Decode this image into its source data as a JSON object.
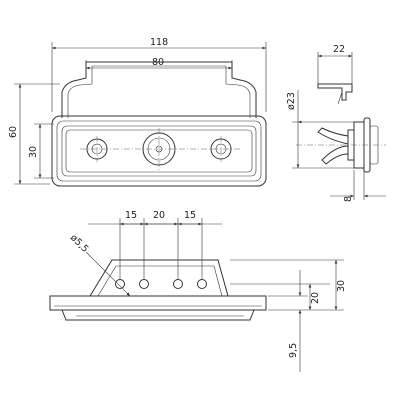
{
  "dimensions": {
    "top_view": {
      "overall_width": "118",
      "inner_width": "80",
      "overall_height": "60",
      "inner_height": "30"
    },
    "side_view": {
      "depth": "22",
      "lens_diameter": "ø23",
      "flange": "8"
    },
    "bottom_view": {
      "spacing_1": "15",
      "spacing_2": "20",
      "spacing_3": "15",
      "hole_diameter": "ø5,5",
      "height_20": "20",
      "height_30": "30",
      "offset": "9,5"
    }
  }
}
